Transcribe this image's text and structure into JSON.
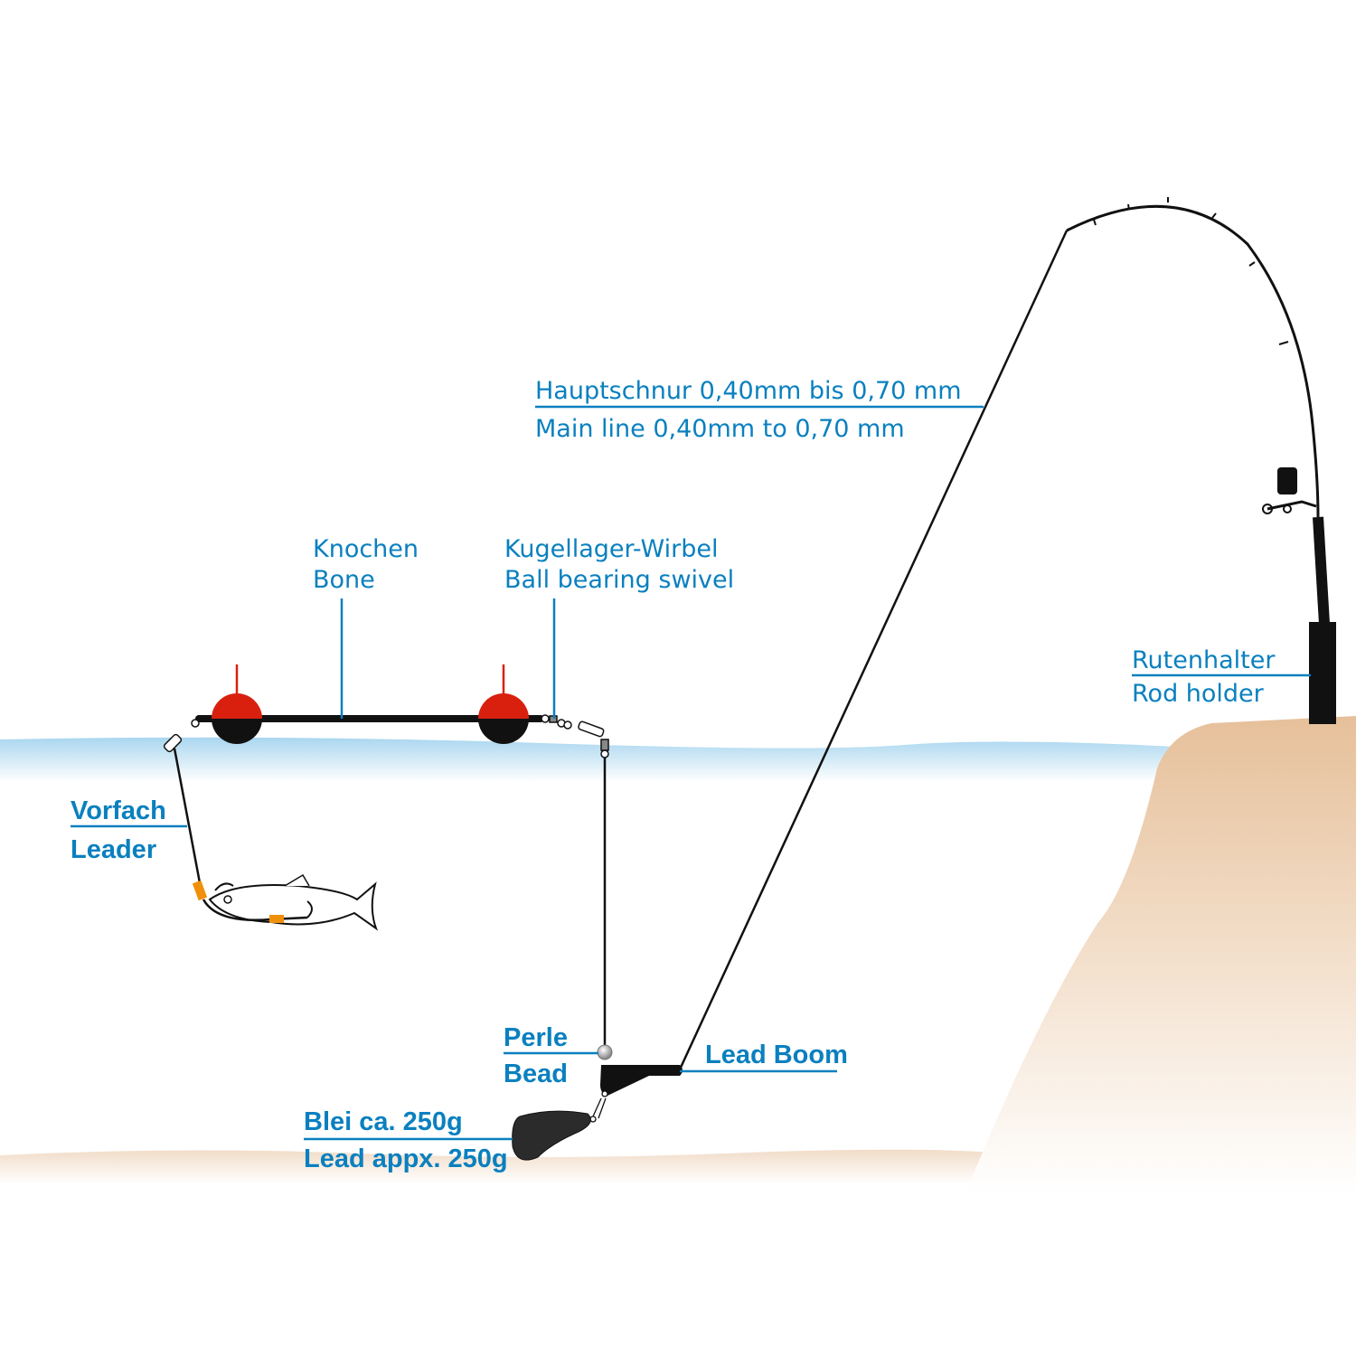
{
  "labels": {
    "main_line_de": "Hauptschnur 0,40mm bis 0,70 mm",
    "main_line_en": "Main line 0,40mm to 0,70 mm",
    "bone_de": "Knochen",
    "bone_en": "Bone",
    "swivel_de": "Kugellager-Wirbel",
    "swivel_en": "Ball bearing swivel",
    "rod_holder_de": "Rutenhalter",
    "rod_holder_en": "Rod holder",
    "leader_de": "Vorfach",
    "leader_en": "Leader",
    "bead_de": "Perle",
    "bead_en": "Bead",
    "lead_boom": "Lead Boom",
    "lead_de": "Blei ca. 250g",
    "lead_en": "Lead appx. 250g"
  },
  "colors": {
    "label": "#0a80bf",
    "float_top": "#d9200f",
    "float_bottom": "#111111",
    "water": "#bfe0f3",
    "bank": "#e8c6a3",
    "stopper": "#f0900a"
  }
}
